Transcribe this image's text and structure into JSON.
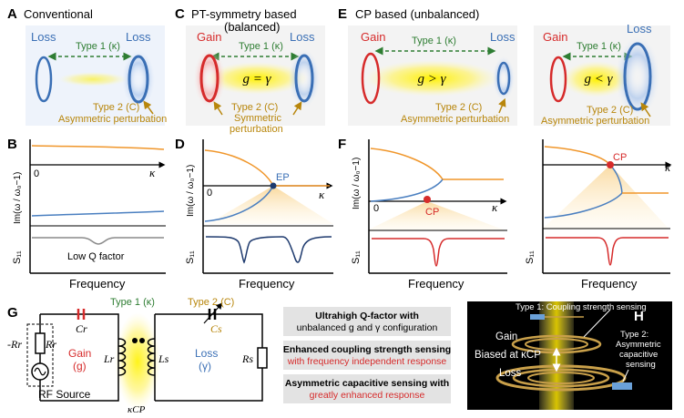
{
  "panels": {
    "A": {
      "letter": "A",
      "title": "Conventional",
      "left": "Loss",
      "right": "Loss",
      "type1": "Type 1 (κ)",
      "type2": "Type 2 (C)",
      "type2_desc": "Asymmetric perturbation"
    },
    "C": {
      "letter": "C",
      "title1": "PT-symmetry based",
      "title2": "(balanced)",
      "left": "Gain",
      "right": "Loss",
      "type1": "Type 1 (κ)",
      "eq": "g = γ",
      "type2": "Type 2 (C)",
      "type2_desc1": "Symmetric",
      "type2_desc2": "perturbation"
    },
    "E": {
      "letter": "E",
      "title": "CP based (unbalanced)",
      "left": "Gain",
      "right": "Loss",
      "type1": "Type 1 (κ)",
      "eq": "g > γ",
      "type2": "Type 2 (C)",
      "type2_desc": "Asymmetric perturbation",
      "left2": "Gain",
      "right2": "Loss",
      "type1b": "Type 1 (κ)",
      "eq2": "g < γ",
      "type2b": "Type 2 (C)",
      "type2_descb": "Asymmetric perturbation"
    },
    "B": {
      "letter": "B",
      "zero": "0",
      "kappa": "κ",
      "ylabel": "Im(ω / ω₀−1)",
      "s11": "S₁₁",
      "note": "Low Q factor",
      "xlabel": "Frequency"
    },
    "D": {
      "letter": "D",
      "zero": "0",
      "kappa": "κ",
      "ylabel": "Im(ω / ω₀−1)",
      "s11": "S₁₁",
      "ep": "EP",
      "xlabel": "Frequency"
    },
    "F": {
      "letter": "F",
      "zero": "0",
      "kappa": "κ",
      "kappa2": "κ",
      "ylabel": "Im(ω / ω₀−1)",
      "s11": "S₁₁",
      "s11b": "S₁₁",
      "cp": "CP",
      "cp2": "CP",
      "xlabel": "Frequency",
      "xlabel2": "Frequency"
    },
    "G": {
      "letter": "G",
      "rr_minus": "-Rr",
      "rr": "Rr",
      "cr": "Cr",
      "gain": "Gain",
      "gain_sym": "(g)",
      "lr": "Lr",
      "ls": "Ls",
      "type1": "Type 1 (κ)",
      "type2": "Type 2 (C)",
      "cs": "Cs",
      "rs": "Rs",
      "loss": "Loss",
      "loss_sym": "(γ)",
      "rf": "RF Source",
      "kcp": "κCP",
      "box1_a": "Ultrahigh Q-factor with",
      "box1_b": "unbalanced g and γ configuration",
      "box2_a": "Enhanced coupling strength sensing",
      "box2_b": "with frequency independent response",
      "box3_a": "Asymmetric capacitive sensing with",
      "box3_b": "greatly enhanced response"
    },
    "H": {
      "letter": "H",
      "type1": "Type 1: Coupling strength sensing",
      "gain": "Gain",
      "biased": "Biased at κCP",
      "loss": "Loss",
      "type2_a": "Type 2:",
      "type2_b": "Asymmetric",
      "type2_c": "capacitive",
      "type2_d": "sensing"
    }
  },
  "colors": {
    "loss": "#3a6fb5",
    "gain": "#d62b2b",
    "type": "#2e7d32",
    "perturb": "#b8860b",
    "orange": "#f0962a",
    "blue": "#4a7fc0",
    "red": "#d62b2b",
    "gray": "#888888",
    "box": "#e6e6e6"
  }
}
